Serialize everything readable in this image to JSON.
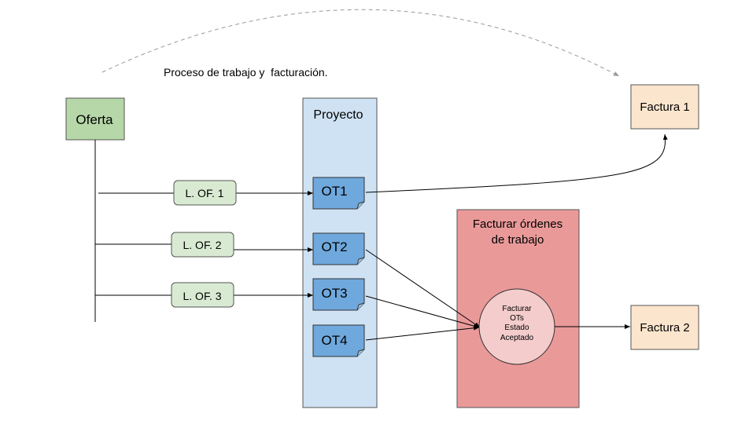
{
  "title": "Proceso de trabajo y  facturación.",
  "oferta": "Oferta",
  "lineas_oferta": [
    "L. OF. 1",
    "L. OF. 2",
    "L. OF. 3"
  ],
  "proyecto": {
    "label": "Proyecto",
    "ordenes": [
      "OT1",
      "OT2",
      "OT3",
      "OT4"
    ]
  },
  "facturar": {
    "label_line1": "Facturar órdenes",
    "label_line2": "de trabajo",
    "circle_lines": [
      "Facturar",
      "OTs",
      "Estado",
      "Aceptado"
    ]
  },
  "facturas": [
    "Factura 1",
    "Factura 2"
  ],
  "colors": {
    "oferta_fill": "#b6d7a8",
    "linea_fill": "#d9ead3",
    "proyecto_fill": "#cfe2f3",
    "ot_fill": "#6fa8dc",
    "facturar_fill": "#ea9999",
    "circle_fill": "#f4cccc",
    "factura_fill": "#fce5cd"
  }
}
